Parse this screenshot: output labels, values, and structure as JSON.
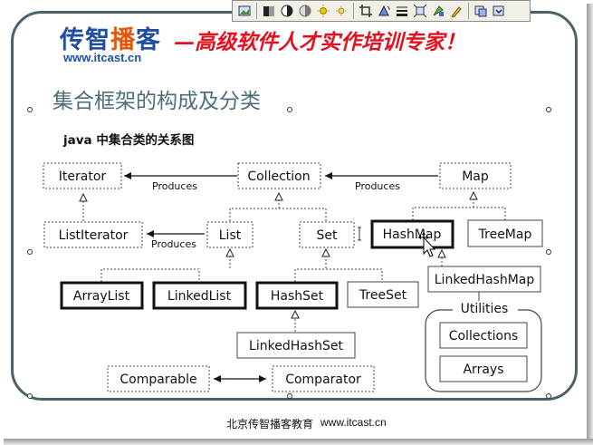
{
  "header": {
    "logo_part1": "传智",
    "logo_part2": "播",
    "logo_part3": "客",
    "logo_url": "www.itcast.cn",
    "slogan": "—高级软件人才实作培训专家！"
  },
  "slide": {
    "title": "集合框架的构成及分类",
    "figure_caption": "java 中集合类的关系图"
  },
  "diagram": {
    "nodes": {
      "iterator": "Iterator",
      "collection": "Collection",
      "map": "Map",
      "list_iterator": "ListIterator",
      "list": "List",
      "set": "Set",
      "hash_map": "HashMap",
      "tree_map": "TreeMap",
      "array_list": "ArrayList",
      "linked_list": "LinkedList",
      "hash_set": "HashSet",
      "tree_set": "TreeSet",
      "linked_hash_map": "LinkedHashMap",
      "linked_hash_set": "LinkedHashSet",
      "comparable": "Comparable",
      "comparator": "Comparator",
      "utilities": "Utilities",
      "collections": "Collections",
      "arrays": "Arrays"
    },
    "edge_labels": {
      "produces_collection_iterator": "Produces",
      "produces_map_collection": "Produces",
      "produces_list_listiterator": "Produces"
    }
  },
  "footer": {
    "org": "北京传智播客教育",
    "url": "www.itcast.cn"
  },
  "toolbar": {
    "buttons": [
      "insert-picture-icon",
      "color-icon",
      "more-contrast-icon",
      "less-contrast-icon",
      "more-brightness-icon",
      "less-brightness-icon",
      "crop-icon",
      "rotate-icon",
      "line-style-icon",
      "compress-icon",
      "format-picture-icon",
      "set-transparent-color-icon",
      "reset-picture-icon",
      "toolbar-options-icon"
    ]
  }
}
